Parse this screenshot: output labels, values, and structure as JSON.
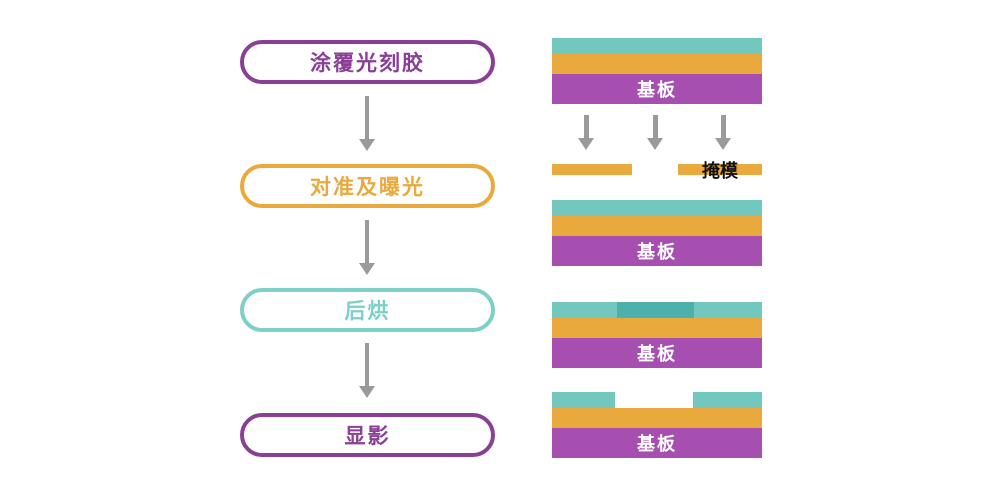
{
  "flow": {
    "steps": [
      {
        "label": "涂覆光刻胶",
        "color": "#8a3e96"
      },
      {
        "label": "对准及曝光",
        "color": "#eaa93c"
      },
      {
        "label": "后烘",
        "color": "#7dd0c7"
      },
      {
        "label": "显影",
        "color": "#8a3e96"
      }
    ]
  },
  "stacks": {
    "substrate_label": "基板",
    "mask_label": "掩模"
  },
  "colors": {
    "flow_purple": "#8a3e96",
    "flow_orange": "#eaa93c",
    "flow_teal": "#7dd0c7",
    "photoresist_teal": "#72c7bf",
    "exposed_resist_teal": "#4bb1aa",
    "oxide_orange": "#eaa93c",
    "substrate_purple": "#a64fb0",
    "mask_orange": "#eaa93c",
    "arrow_gray": "#9a9a9a",
    "mask_text": "#111111",
    "background": "#ffffff"
  }
}
